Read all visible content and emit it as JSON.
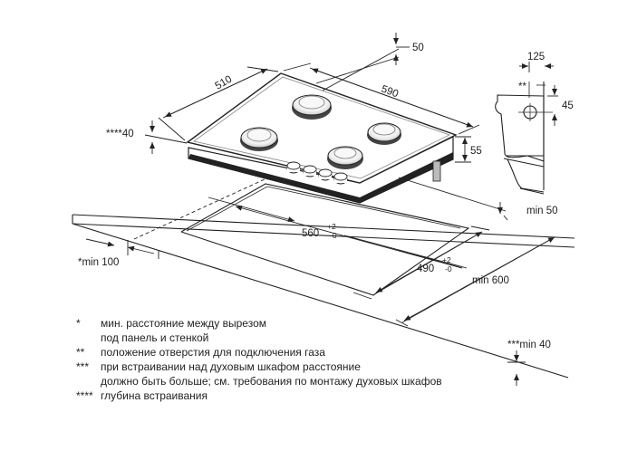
{
  "dimensions": {
    "gap_top": "50",
    "depth": "510",
    "width": "590",
    "hob_height": "55",
    "embed_depth": "****40",
    "cutout_width": "560",
    "cutout_width_tol_plus": "+2",
    "cutout_width_tol_minus": "-0",
    "cutout_depth": "490",
    "cutout_depth_tol_plus": "+2",
    "cutout_depth_tol_minus": "-0",
    "min_wall": "*min 100",
    "min_back": "min 50",
    "min_worktop": "min 600",
    "min_front": "***min 40",
    "gas_offset": "125",
    "gas_height": "45",
    "gas_marker": "**"
  },
  "legend": [
    {
      "marker": "*",
      "lines": [
        "мин. расстояние между вырезом",
        "под панель и стенкой"
      ]
    },
    {
      "marker": "**",
      "lines": [
        "положение отверстия для подключения газа"
      ]
    },
    {
      "marker": "***",
      "lines": [
        "при встраивании над духовым шкафом расстояние",
        "должно быть больше; см. требования по монтажу духовых шкафов"
      ]
    },
    {
      "marker": "****",
      "lines": [
        "глубина встраивания"
      ]
    }
  ]
}
